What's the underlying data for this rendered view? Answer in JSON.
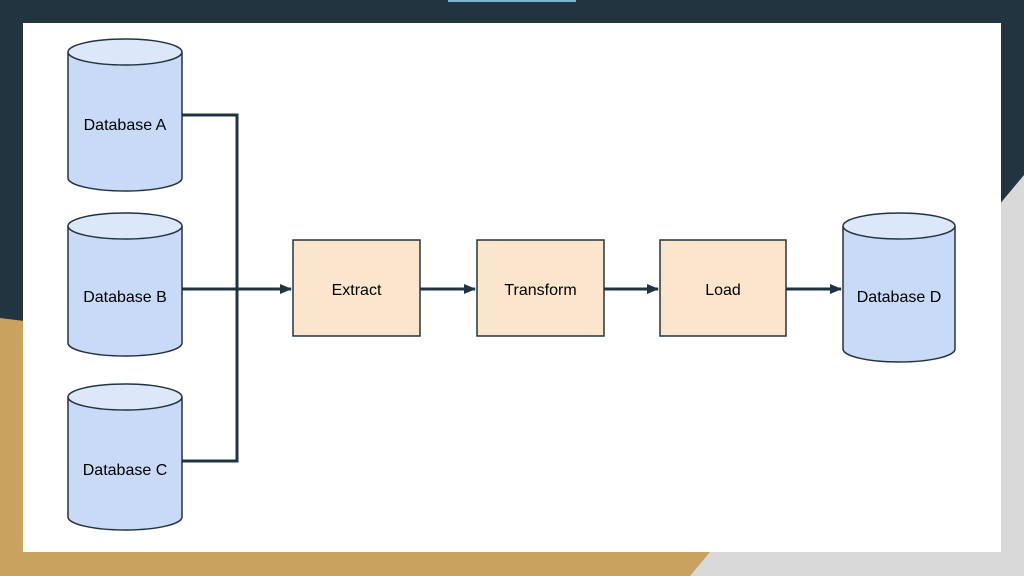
{
  "colors": {
    "frame_dark": "#22343f",
    "frame_gold": "#c9a25f",
    "frame_grey": "#d9d9d9",
    "canvas": "#ffffff",
    "database_fill": "#c9daf8",
    "database_top": "#dde7fa",
    "process_fill": "#fce5cd",
    "stroke": "#22343f",
    "connector": "#1f3440"
  },
  "diagram": {
    "sources": [
      {
        "label": "Database A",
        "shape": "database"
      },
      {
        "label": "Database B",
        "shape": "database"
      },
      {
        "label": "Database C",
        "shape": "database"
      }
    ],
    "steps": [
      {
        "label": "Extract",
        "shape": "process"
      },
      {
        "label": "Transform",
        "shape": "process"
      },
      {
        "label": "Load",
        "shape": "process"
      }
    ],
    "target": {
      "label": "Database D",
      "shape": "database"
    },
    "edges": [
      {
        "from": "Database A",
        "to": "Extract"
      },
      {
        "from": "Database B",
        "to": "Extract"
      },
      {
        "from": "Database C",
        "to": "Extract"
      },
      {
        "from": "Extract",
        "to": "Transform"
      },
      {
        "from": "Transform",
        "to": "Load"
      },
      {
        "from": "Load",
        "to": "Database D"
      }
    ]
  }
}
